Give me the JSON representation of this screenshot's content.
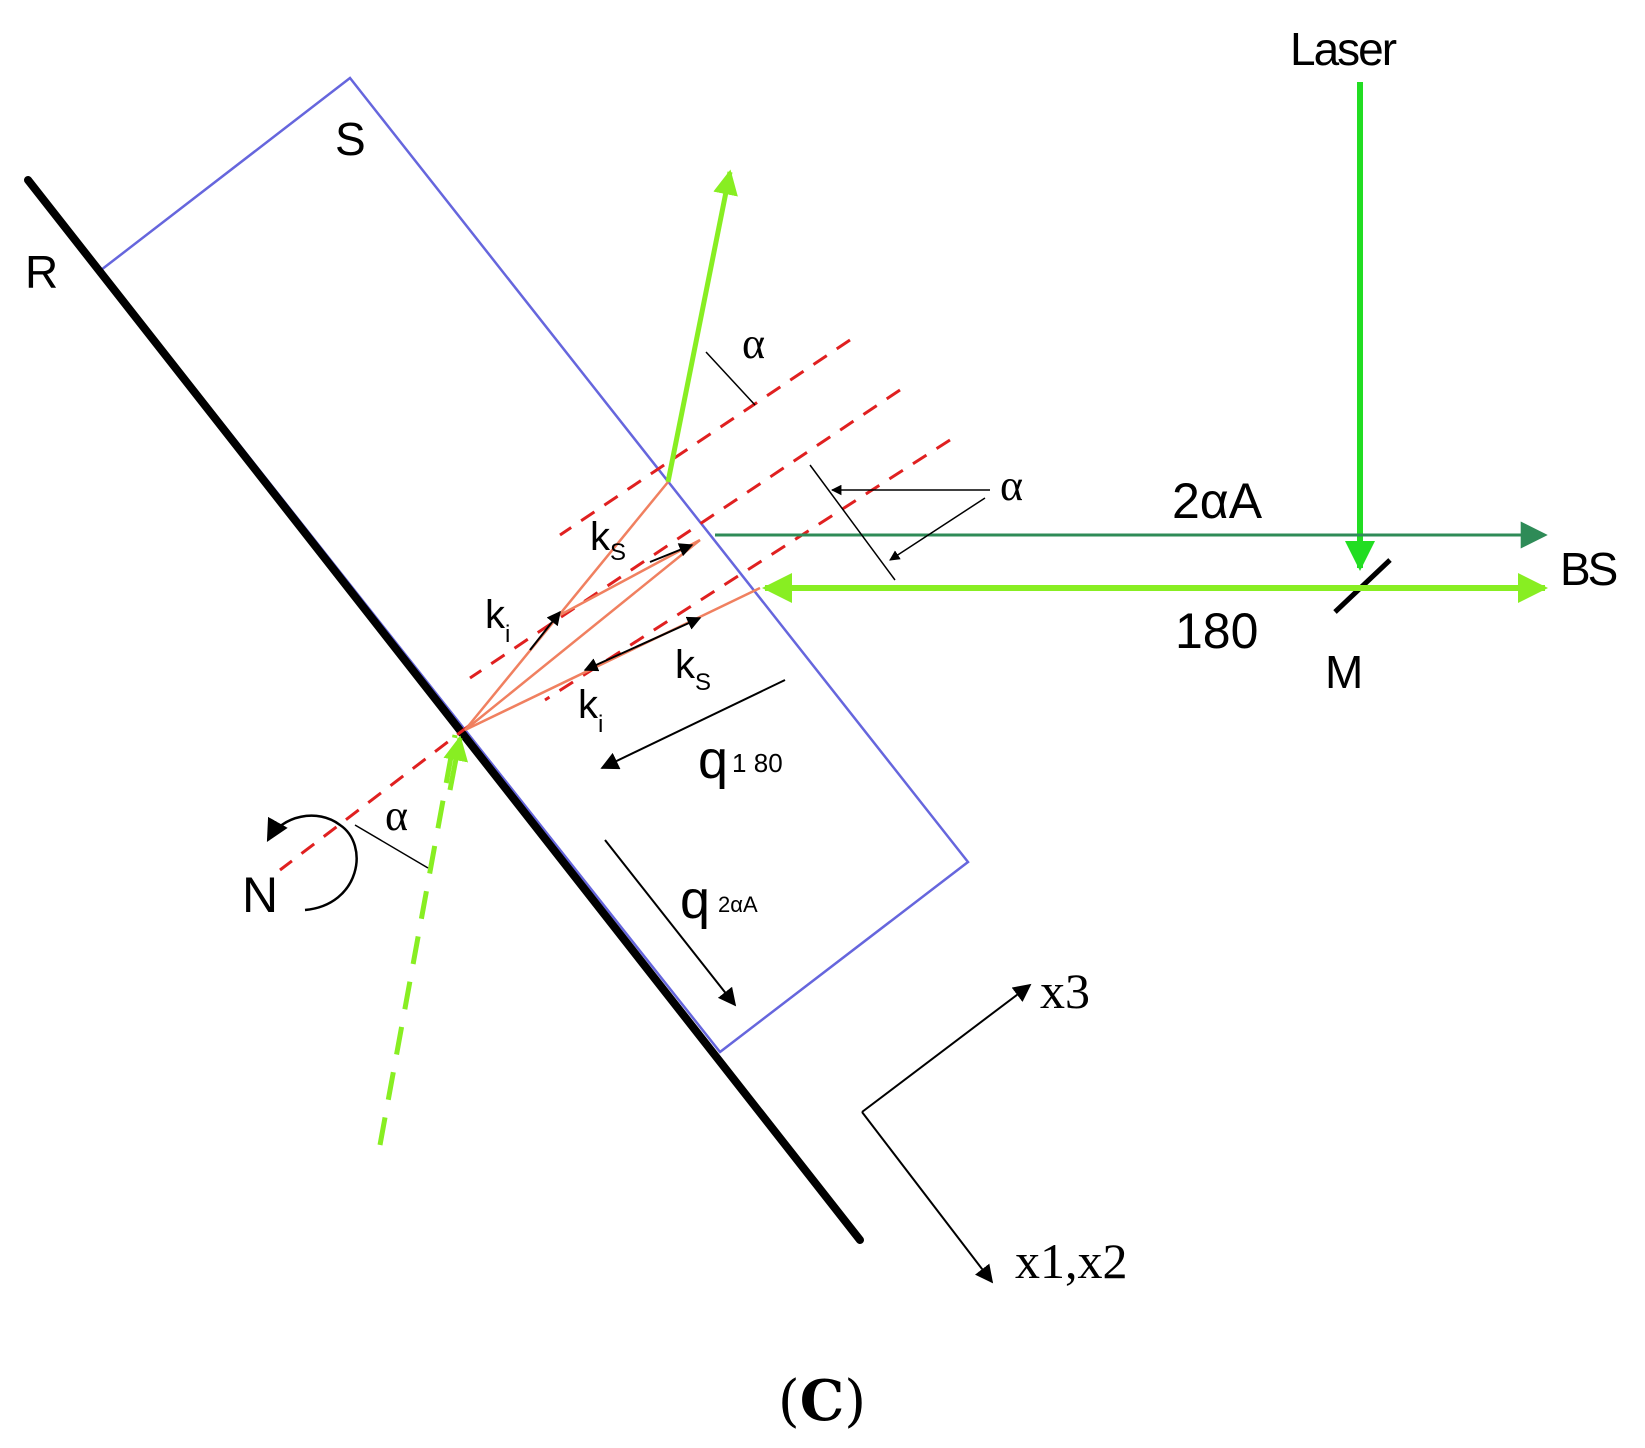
{
  "labels": {
    "laser": "Laser",
    "s": "S",
    "r": "R",
    "alpha_top": "α",
    "alpha_mid": "α",
    "alpha_bottom": "α",
    "two_alpha_a": "2αA",
    "bs": "BS",
    "one_eighty": "180",
    "m": "M",
    "ks_upper": "k",
    "ks_upper_sub": "S",
    "ki_upper": "k",
    "ki_upper_sub": "i",
    "ks_lower": "k",
    "ks_lower_sub": "S",
    "ki_lower": "k",
    "ki_lower_sub": "i",
    "q180": "q",
    "q180_sub": "1 80",
    "q2aa": "q",
    "q2aa_sub": "2αA",
    "n": "N",
    "x3": "x3",
    "x1x2": "x1,x2"
  },
  "caption": {
    "open": "(",
    "letter": "C",
    "close": ")"
  },
  "colors": {
    "sample_outline": "#6666dd",
    "laser_green": "#22dd22",
    "beam_light_green": "#88ee22",
    "scattered_dark_green": "#2e8b57",
    "dashed_red": "#e02020",
    "wavevector_orange": "#f08060",
    "substrate_black": "#000000"
  }
}
